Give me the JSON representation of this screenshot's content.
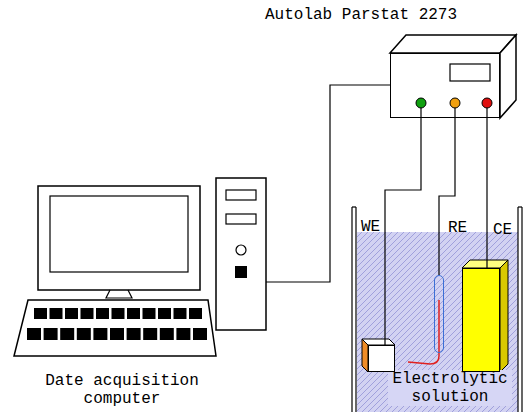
{
  "diagram": {
    "nodes": [
      {
        "text": [
          "Autolab Parstat 2273"
        ]
      },
      {
        "text": [
          "Date acquisition computer"
        ]
      },
      {
        "text": [
          "Electrolytic solution"
        ]
      },
      {
        "text": [
          "WE"
        ],
        "in": 2
      },
      {
        "text": [
          "RE"
        ],
        "in": 2
      },
      {
        "text": [
          "CE"
        ],
        "in": 2
      }
    ],
    "edges": [
      {
        "from": 0,
        "to": 1,
        "arrow": "none"
      },
      {
        "from": 0,
        "to": 3,
        "arrow": "none"
      },
      {
        "from": 0,
        "to": 4,
        "arrow": "none"
      },
      {
        "from": 0,
        "to": 5,
        "arrow": "none"
      }
    ]
  }
}
